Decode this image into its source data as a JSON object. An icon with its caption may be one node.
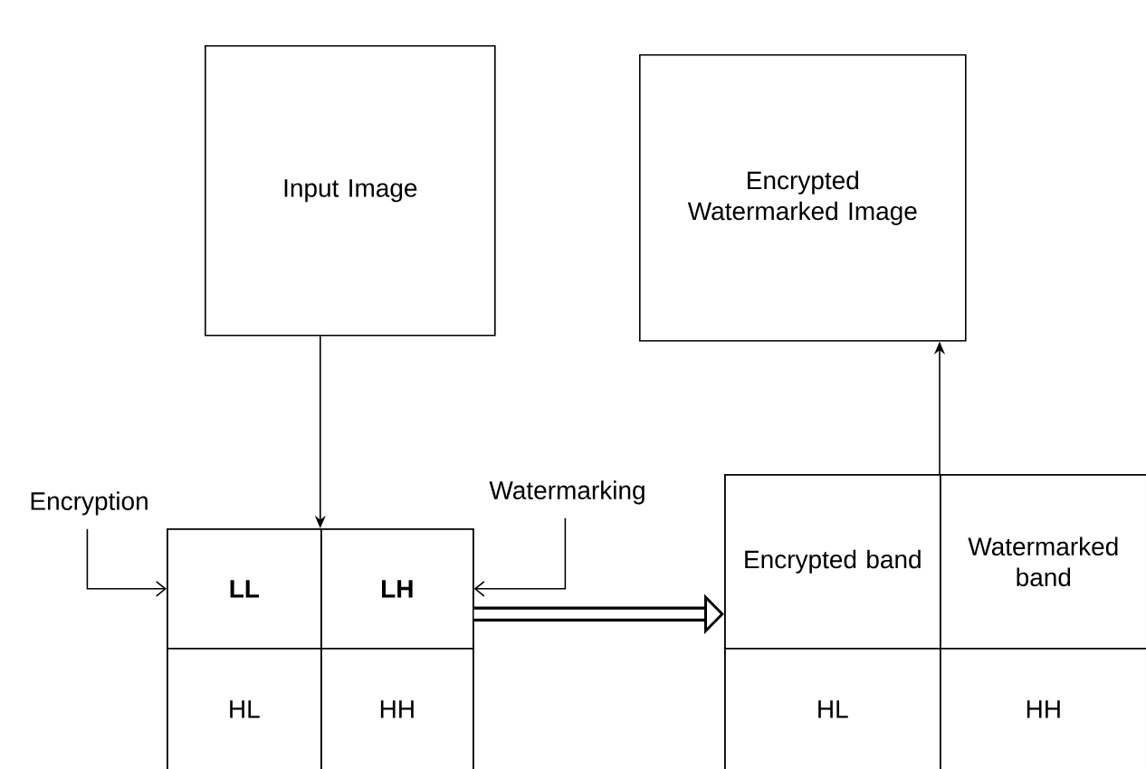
{
  "diagram": {
    "nodes": [
      {
        "text": [
          "Input Image"
        ]
      },
      {
        "text": [],
        "shape": "box"
      },
      {
        "text": [
          "LL"
        ],
        "in": 1
      },
      {
        "text": [
          "LH"
        ],
        "in": 1
      },
      {
        "text": [
          "HL"
        ],
        "in": 1
      },
      {
        "text": [
          "HH"
        ],
        "in": 1
      },
      {
        "text": [
          "Encryption"
        ]
      },
      {
        "text": [
          "Watermarking"
        ]
      },
      {
        "text": [
          "Encrypted Watermarked Image"
        ]
      },
      {
        "text": [],
        "shape": "box"
      },
      {
        "text": [
          "Encrypted band"
        ],
        "in": 9
      },
      {
        "text": [
          "Watermarked band"
        ],
        "in": 9
      },
      {
        "text": [
          "HL"
        ],
        "in": 9
      },
      {
        "text": [
          "HH"
        ],
        "in": 9
      }
    ],
    "edges": [
      {
        "from": 0,
        "to": 1,
        "arrow": "to"
      },
      {
        "from": 6,
        "to": 2,
        "arrow": "to"
      },
      {
        "from": 7,
        "to": 3,
        "arrow": "to"
      },
      {
        "from": 3,
        "to": 10,
        "arrow": "to",
        "style": "thick"
      },
      {
        "from": 9,
        "to": 8,
        "arrow": "to"
      }
    ]
  }
}
